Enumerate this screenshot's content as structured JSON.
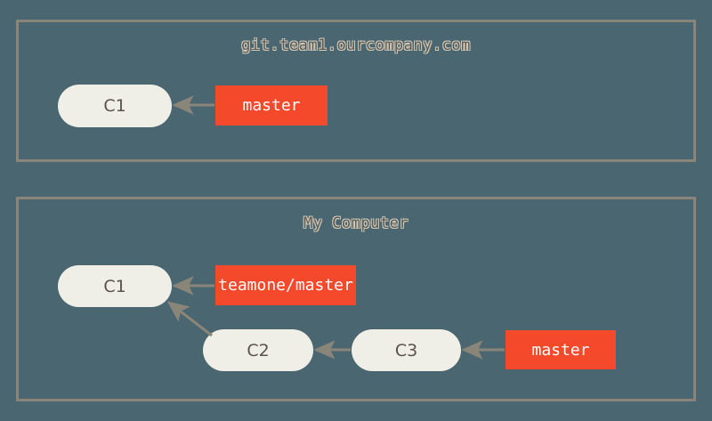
{
  "colors": {
    "background": "#4a6670",
    "zone_border": "#8a8579",
    "commit_fill": "#f0efe7",
    "commit_text": "#5b534a",
    "ref_fill": "#f4492a",
    "ref_text": "#ffffff",
    "arrow": "#8a8579",
    "title_text": "#5b5850",
    "title_outline": "#cfcabc"
  },
  "zones": {
    "server": {
      "title": "git.team1.ourcompany.com",
      "commits": [
        {
          "id": "c1",
          "label": "C1"
        }
      ],
      "refs": [
        {
          "id": "master",
          "label": "master"
        }
      ]
    },
    "local": {
      "title": "My Computer",
      "commits": [
        {
          "id": "c1",
          "label": "C1"
        },
        {
          "id": "c2",
          "label": "C2"
        },
        {
          "id": "c3",
          "label": "C3"
        }
      ],
      "refs": [
        {
          "id": "teamone-master",
          "label": "teamone/master"
        },
        {
          "id": "master",
          "label": "master"
        }
      ]
    }
  },
  "arrows": [
    {
      "id": "server-master-to-c1",
      "from": "master",
      "to": "c1",
      "zone": "server"
    },
    {
      "id": "local-teamone-master-to-c1",
      "from": "teamone/master",
      "to": "C1",
      "zone": "local"
    },
    {
      "id": "local-c2-to-c1",
      "from": "C2",
      "to": "C1",
      "zone": "local"
    },
    {
      "id": "local-c3-to-c2",
      "from": "C3",
      "to": "C2",
      "zone": "local"
    },
    {
      "id": "local-master-to-c3",
      "from": "master",
      "to": "C3",
      "zone": "local"
    }
  ]
}
